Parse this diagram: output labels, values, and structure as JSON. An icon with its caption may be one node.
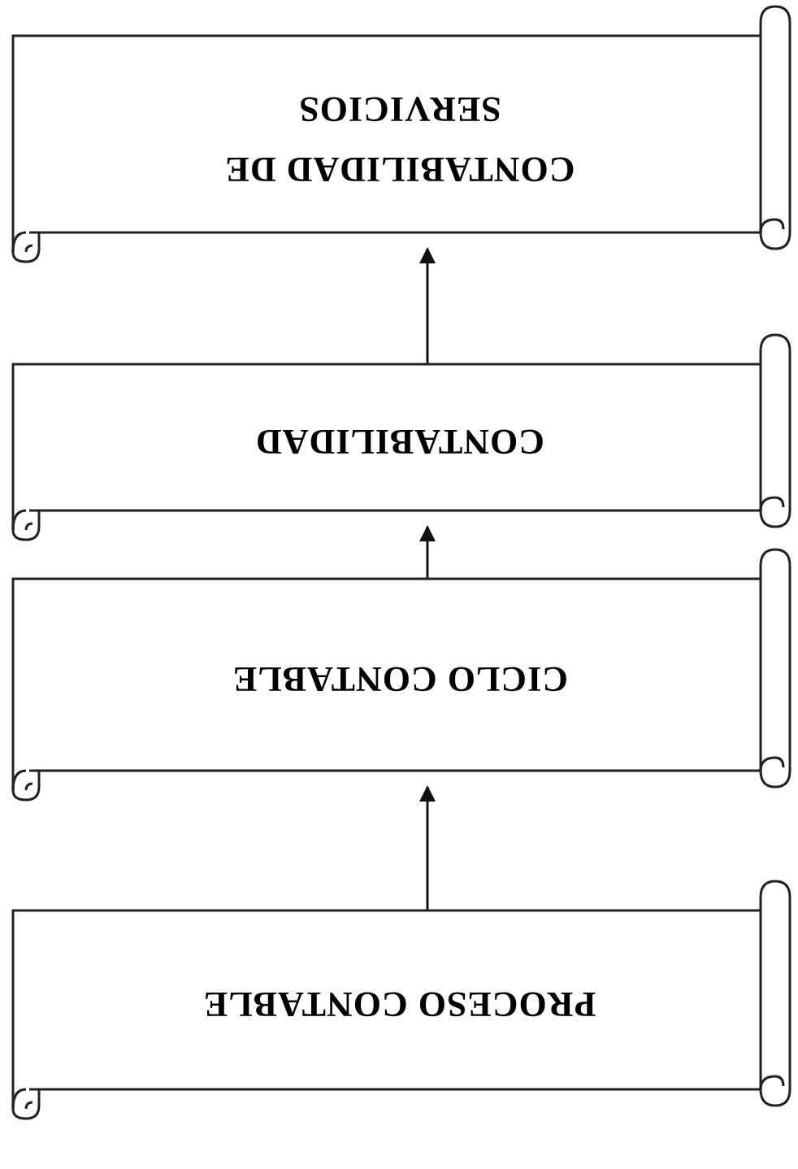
{
  "diagram": {
    "nodes": [
      {
        "text": [
          "CONTABILIDAD DE SERVICIOS"
        ]
      },
      {
        "text": [
          "CONTABILIDAD"
        ]
      },
      {
        "text": [
          "CICLO CONTABLE"
        ]
      },
      {
        "text": [
          "PROCESO CONTABLE"
        ]
      }
    ],
    "edges": [
      {
        "from": 3,
        "to": 2,
        "arrow": "to"
      },
      {
        "from": 2,
        "to": 1,
        "arrow": "to"
      },
      {
        "from": 1,
        "to": 0,
        "arrow": "to"
      }
    ]
  }
}
